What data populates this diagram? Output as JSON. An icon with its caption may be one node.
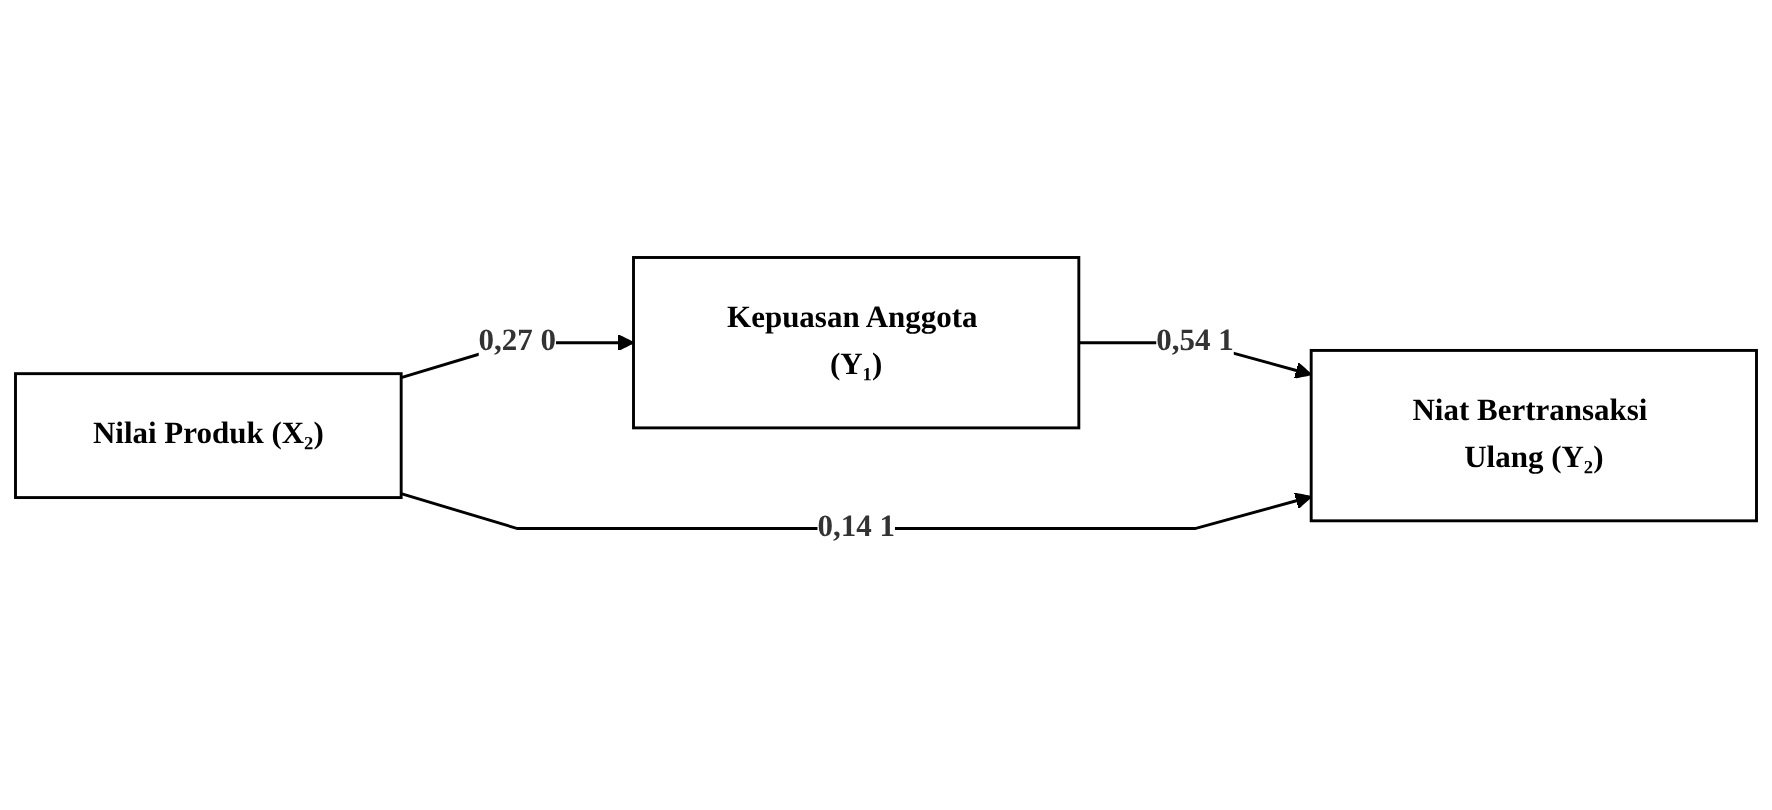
{
  "diagram": {
    "nodes": [
      {
        "text": [
          "Kepuasan Anggota (Y₁)"
        ]
      },
      {
        "text": [
          "Nilai Produk (X₂)"
        ]
      },
      {
        "text": [
          "Niat Bertransaksi Ulang (Y₂)"
        ]
      }
    ],
    "edges": [
      {
        "from": 1,
        "to": 0,
        "arrow": "to",
        "label": "0,27 0"
      },
      {
        "from": 0,
        "to": 2,
        "arrow": "to",
        "label": "0,54 1"
      },
      {
        "from": 1,
        "to": 2,
        "arrow": "to",
        "label": "0,14 1"
      }
    ]
  }
}
